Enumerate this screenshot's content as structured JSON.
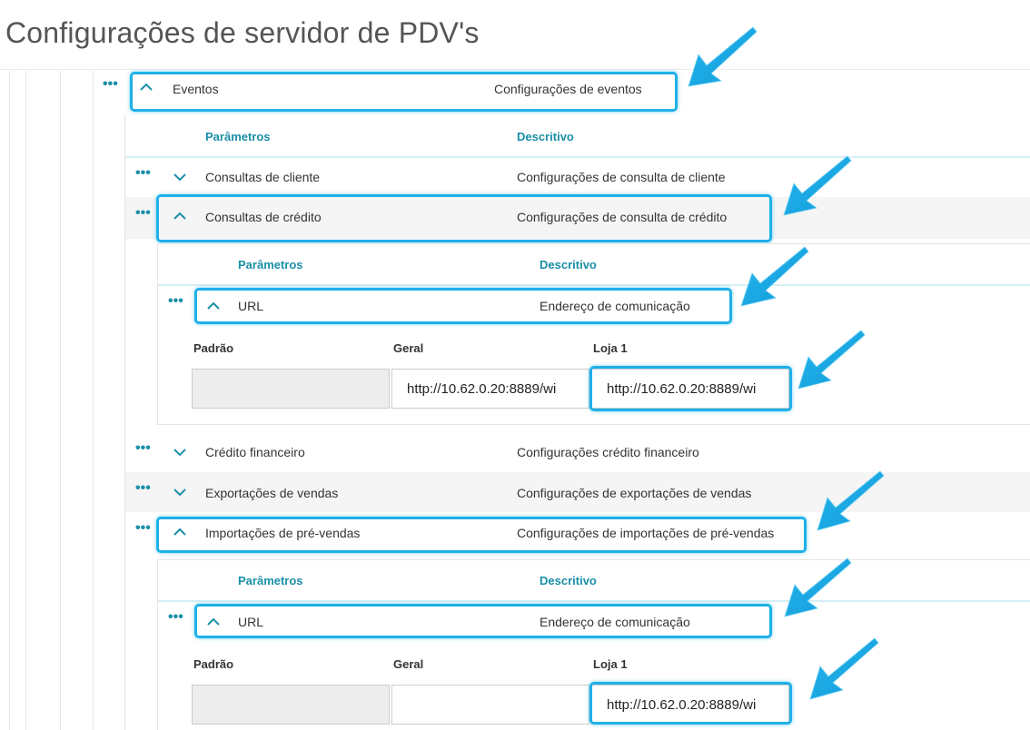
{
  "page": {
    "title": "Configurações de servidor de PDV's"
  },
  "colors": {
    "accent": "#1a8fa8",
    "highlight": "#1fb0e8"
  },
  "eventos": {
    "name": "Eventos",
    "description": "Configurações de eventos"
  },
  "headers": {
    "params": "Parâmetros",
    "desc": "Descritivo"
  },
  "rows": [
    {
      "name": "Consultas de cliente",
      "description": "Configurações de consulta de cliente"
    },
    {
      "name": "Consultas de crédito",
      "description": "Configurações de consulta de crédito"
    },
    {
      "name": "Crédito financeiro",
      "description": "Configurações crédito financeiro"
    },
    {
      "name": "Exportações de vendas",
      "description": "Configurações de exportações de vendas"
    },
    {
      "name": "Importações de pré-vendas",
      "description": "Configurações de importações de pré-vendas"
    }
  ],
  "url_param": {
    "name": "URL",
    "description": "Endereço de comunicação"
  },
  "field_labels": {
    "padrao": "Padrão",
    "geral": "Geral",
    "loja": "Loja 1"
  },
  "credito_fields": {
    "padrao": "",
    "geral": "http://10.62.0.20:8889/wi",
    "loja": "http://10.62.0.20:8889/wi"
  },
  "prevendas_fields": {
    "padrao": "",
    "geral": "",
    "loja": "http://10.62.0.20:8889/wi"
  },
  "icons": {
    "more": "more-dots-icon",
    "expand": "chevron-down-icon",
    "collapse": "chevron-up-icon",
    "callout": "arrow-icon"
  }
}
